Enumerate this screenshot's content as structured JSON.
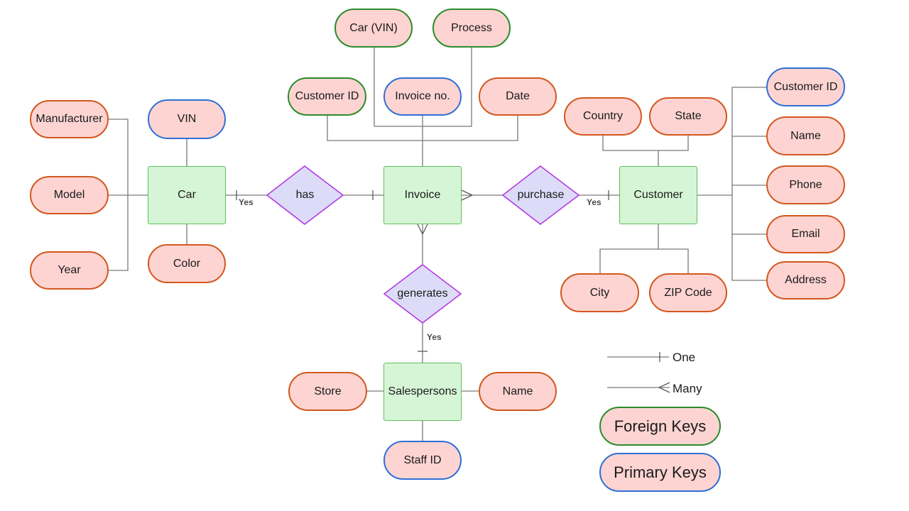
{
  "entities": {
    "car": "Car",
    "invoice": "Invoice",
    "customer": "Customer",
    "salespersons": "Salespersons"
  },
  "relationships": {
    "has": "has",
    "purchase": "purchase",
    "generates": "generates"
  },
  "participation": {
    "car_has": "Yes",
    "customer_purchase": "Yes",
    "generates_salespersons": "Yes"
  },
  "car_attributes": {
    "vin": "VIN",
    "manufacturer": "Manufacturer",
    "model": "Model",
    "year": "Year",
    "color": "Color"
  },
  "invoice_attributes": {
    "car_vin": "Car (VIN)",
    "process": "Process",
    "customer_id": "Customer ID",
    "invoice_no": "Invoice no.",
    "date": "Date"
  },
  "customer_attributes": {
    "country": "Country",
    "state": "State",
    "city": "City",
    "zip_code": "ZIP Code",
    "customer_id": "Customer ID",
    "name": "Name",
    "phone": "Phone",
    "email": "Email",
    "address": "Address"
  },
  "salesperson_attributes": {
    "store": "Store",
    "name": "Name",
    "staff_id": "Staff ID"
  },
  "legend": {
    "one": "One",
    "many": "Many",
    "foreign_keys": "Foreign Keys",
    "primary_keys": "Primary Keys"
  },
  "colors": {
    "attribute_fill": "#fdd4d2",
    "attribute_border": "#d2581f",
    "primary_key_border": "#2f6fd6",
    "foreign_key_border": "#2a8c2a",
    "entity_fill": "#d6f5d6",
    "entity_border": "#5cc05c",
    "relationship_fill": "#dcdcf8",
    "relationship_border": "#b233e0",
    "line": "#7a7a7a"
  }
}
